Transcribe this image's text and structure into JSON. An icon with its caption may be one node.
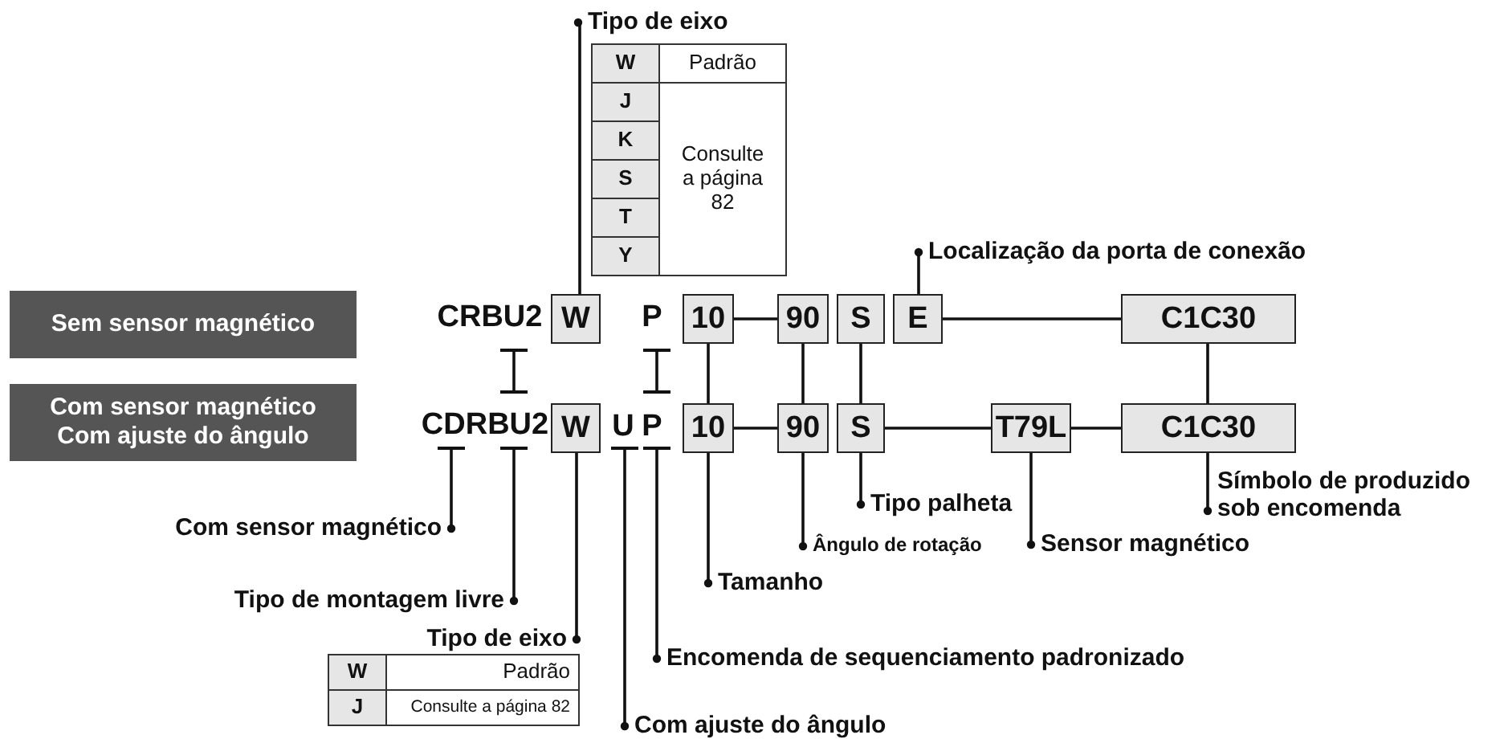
{
  "diagram": {
    "nodes": [
      {
        "text": [
          "Tipo de eixo"
        ]
      },
      {
        "text": [
          "Localização da porta de conexão"
        ]
      },
      {
        "text": [
          "Sem sensor magnético"
        ]
      },
      {
        "text": [
          "CRBU2"
        ]
      },
      {
        "text": [
          "W"
        ]
      },
      {
        "text": [
          "P"
        ]
      },
      {
        "text": [
          "10"
        ]
      },
      {
        "text": [
          "90"
        ]
      },
      {
        "text": [
          "S"
        ]
      },
      {
        "text": [
          "E"
        ]
      },
      {
        "text": [
          "C1C30"
        ]
      },
      {
        "text": [
          "Com sensor magnético",
          "Com ajuste do ângulo"
        ]
      },
      {
        "text": [
          "CDRBU2"
        ]
      },
      {
        "text": [
          "W"
        ]
      },
      {
        "text": [
          "U"
        ]
      },
      {
        "text": [
          "P"
        ]
      },
      {
        "text": [
          "10"
        ]
      },
      {
        "text": [
          "90"
        ]
      },
      {
        "text": [
          "S"
        ]
      },
      {
        "text": [
          "T79L"
        ]
      },
      {
        "text": [
          "C1C30"
        ]
      },
      {
        "text": [
          "Símbolo de produzido sob encomenda"
        ]
      },
      {
        "text": [
          "Tipo palheta"
        ]
      },
      {
        "text": [
          "Com sensor magnético"
        ]
      },
      {
        "text": [
          "Ângulo de rotação"
        ]
      },
      {
        "text": [
          "Sensor magnético"
        ]
      },
      {
        "text": [
          "Tamanho"
        ]
      },
      {
        "text": [
          "Tipo de montagem livre"
        ]
      },
      {
        "text": [
          "Tipo de eixo"
        ]
      },
      {
        "text": [
          "Encomenda de sequenciamento padronizado"
        ]
      },
      {
        "text": [
          "Com ajuste do ângulo"
        ]
      }
    ],
    "edges": [
      {
        "from": 4,
        "to": 0,
        "arrow": "other"
      },
      {
        "from": 9,
        "to": 1,
        "arrow": "other"
      },
      {
        "from": 20,
        "to": 21,
        "arrow": "other"
      },
      {
        "from": 18,
        "to": 22,
        "arrow": "other"
      },
      {
        "from": 12,
        "to": 23,
        "arrow": "other"
      },
      {
        "from": 17,
        "to": 24,
        "arrow": "other"
      },
      {
        "from": 19,
        "to": 25,
        "arrow": "other"
      },
      {
        "from": 16,
        "to": 26,
        "arrow": "other"
      },
      {
        "from": 12,
        "to": 27,
        "arrow": "other"
      },
      {
        "from": 13,
        "to": 28,
        "arrow": "other"
      },
      {
        "from": 15,
        "to": 29,
        "arrow": "other"
      },
      {
        "from": 14,
        "to": 30,
        "arrow": "other"
      },
      {
        "from": 3,
        "to": 12,
        "arrow": "other"
      },
      {
        "from": 5,
        "to": 15,
        "arrow": "other"
      },
      {
        "from": 6,
        "to": 16,
        "arrow": "none"
      },
      {
        "from": 7,
        "to": 17,
        "arrow": "none"
      },
      {
        "from": 8,
        "to": 18,
        "arrow": "none"
      },
      {
        "from": 10,
        "to": 20,
        "arrow": "none"
      },
      {
        "from": 6,
        "to": 7,
        "arrow": "none"
      },
      {
        "from": 9,
        "to": 10,
        "arrow": "none"
      },
      {
        "from": 16,
        "to": 17,
        "arrow": "none"
      },
      {
        "from": 18,
        "to": 19,
        "arrow": "none"
      },
      {
        "from": 19,
        "to": 20,
        "arrow": "none"
      }
    ],
    "labels": [
      "W",
      "Padrão",
      "J",
      "K",
      "S",
      "T",
      "Y",
      "Consulte a página 82",
      "W",
      "Padrão",
      "J",
      "Consulte a página 82"
    ]
  }
}
